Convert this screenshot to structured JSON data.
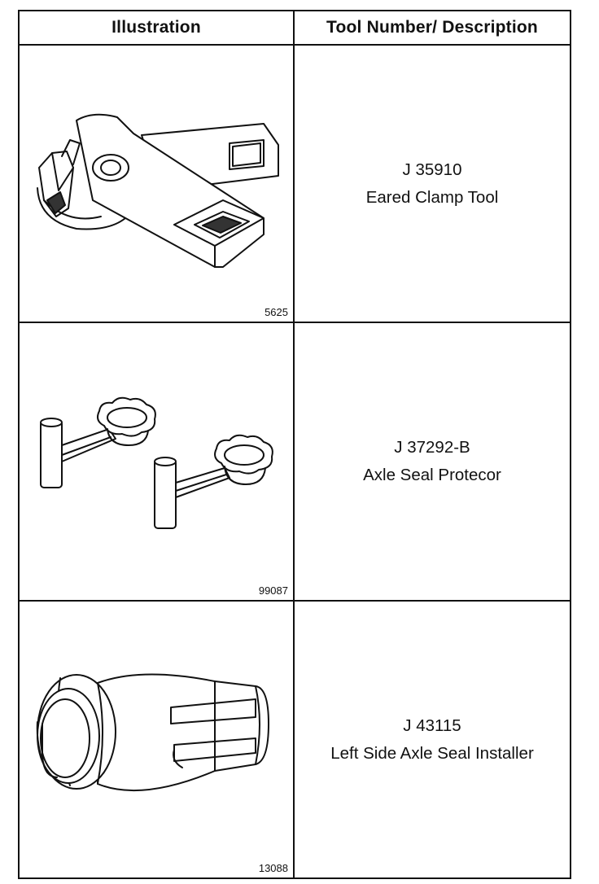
{
  "header": {
    "illustration_label": "Illustration",
    "description_label": "Tool Number/ Description"
  },
  "rows": [
    {
      "figure_number": "5625",
      "tool_number": "J 35910",
      "description": "Eared Clamp Tool",
      "icon": "eared-clamp-tool-icon"
    },
    {
      "figure_number": "99087",
      "tool_number": "J 37292-B",
      "description": "Axle Seal Protecor",
      "icon": "axle-seal-protector-icon"
    },
    {
      "figure_number": "13088",
      "tool_number": "J 43115",
      "description": "Left Side Axle Seal Installer",
      "icon": "axle-seal-installer-icon"
    }
  ]
}
